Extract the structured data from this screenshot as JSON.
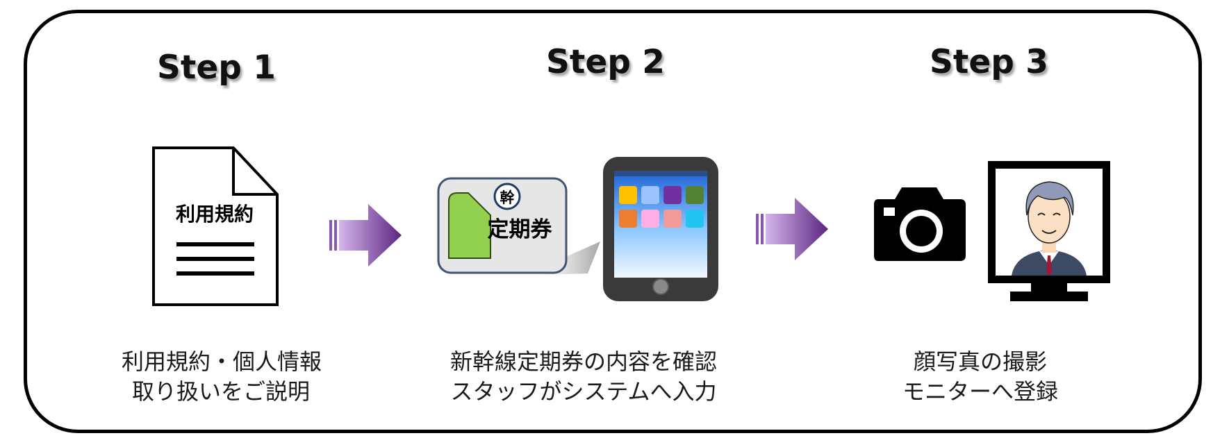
{
  "steps": [
    {
      "title": "Step 1",
      "caption_line1": "利用規約・個人情報",
      "caption_line2": "取り扱いをご説明",
      "document_label": "利用規約"
    },
    {
      "title": "Step 2",
      "caption_line1": "新幹線定期券の内容を確認",
      "caption_line2": "スタッフがシステムへ入力",
      "pass_label": "定期券",
      "pass_badge": "幹"
    },
    {
      "title": "Step 3",
      "caption_line1": "顔写真の撮影",
      "caption_line2": "モニターへ登録"
    }
  ],
  "icons": {
    "step1": [
      "document-icon"
    ],
    "step2": [
      "commuter-pass-card-icon",
      "tablet-icon"
    ],
    "step3": [
      "camera-icon",
      "monitor-with-person-icon"
    ],
    "connectors": [
      "arrow-right-icon",
      "arrow-right-icon"
    ]
  },
  "colors": {
    "frame": "#000000",
    "arrow_start": "#b78bd6",
    "arrow_end": "#6a2c8e",
    "pass_card_green": "#92d050",
    "pass_card_bg": "#e6e6e6",
    "tablet_body": "#3a3a3a",
    "tablet_screen_top": "#1e63d6",
    "monitor_bg": "#000000"
  }
}
